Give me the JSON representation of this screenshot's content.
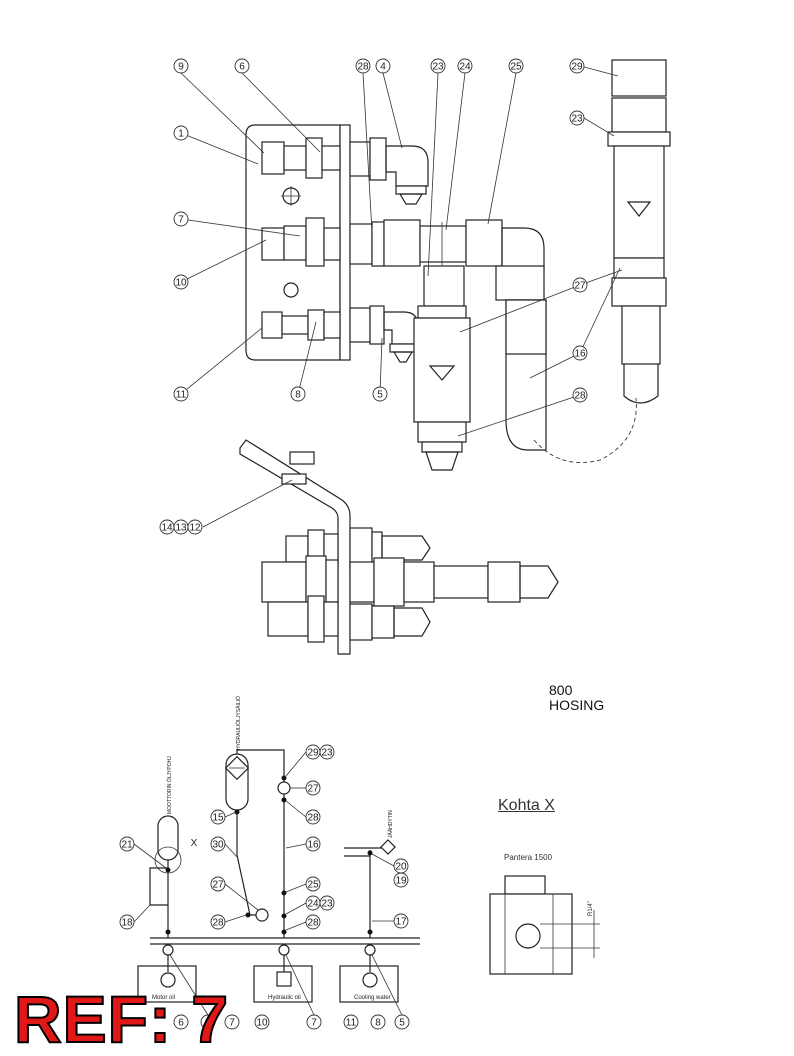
{
  "title": {
    "line1": "800",
    "line2": "HOSING"
  },
  "detail": {
    "label": "Kohta X",
    "pantera": "Pantera 1500",
    "thread": "R1/4\""
  },
  "ref_badge": "REF: 7",
  "schematic_labels": {
    "hydraulic_tank": "HYDRAULIÖLJYSÄILIÖ",
    "motor_oil_drain": "MOOTTORIN ÖLJYPOHJ",
    "coolant": "JÄÄHDYTIN",
    "x_marker": "X",
    "panel_motor": "Motor oil",
    "panel_hydraulic": "Hydraulic oil",
    "panel_cooling": "Cooling water"
  },
  "callouts": {
    "top": [
      "9",
      "6",
      "28",
      "4",
      "23",
      "24",
      "25",
      "29",
      "23",
      "1",
      "7",
      "10",
      "11",
      "8",
      "5",
      "27",
      "16",
      "28"
    ],
    "middle": [
      "14",
      "13",
      "12"
    ],
    "schematic": [
      "29",
      "23",
      "27",
      "15",
      "28",
      "16",
      "30",
      "21",
      "25",
      "27",
      "24",
      "23",
      "28",
      "28",
      "20",
      "19",
      "18",
      "17",
      "10",
      "7",
      "11",
      "8",
      "5",
      "6",
      "6",
      "7"
    ]
  }
}
